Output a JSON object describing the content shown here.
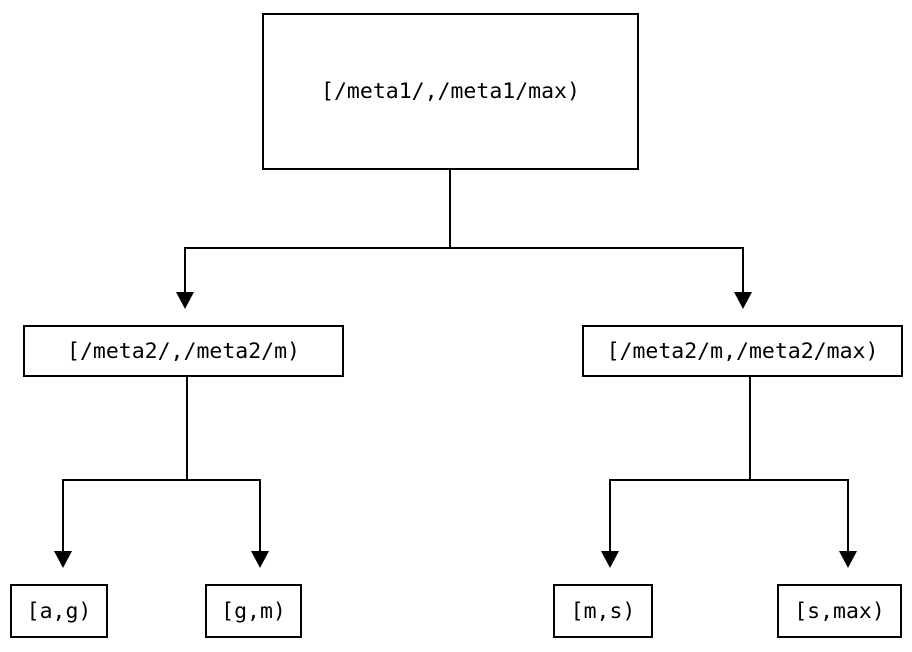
{
  "diagram": {
    "type": "tree",
    "colors": {
      "background": "#ffffff",
      "box_border": "#000000",
      "line": "#000000",
      "text": "#000000"
    },
    "root": {
      "label": "[/meta1/,/meta1/max)"
    },
    "level2": [
      {
        "label": "[/meta2/,/meta2/m)"
      },
      {
        "label": "[/meta2/m,/meta2/max)"
      }
    ],
    "leaves": [
      {
        "label": "[a,g)"
      },
      {
        "label": "[g,m)"
      },
      {
        "label": "[m,s)"
      },
      {
        "label": "[s,max)"
      }
    ]
  }
}
